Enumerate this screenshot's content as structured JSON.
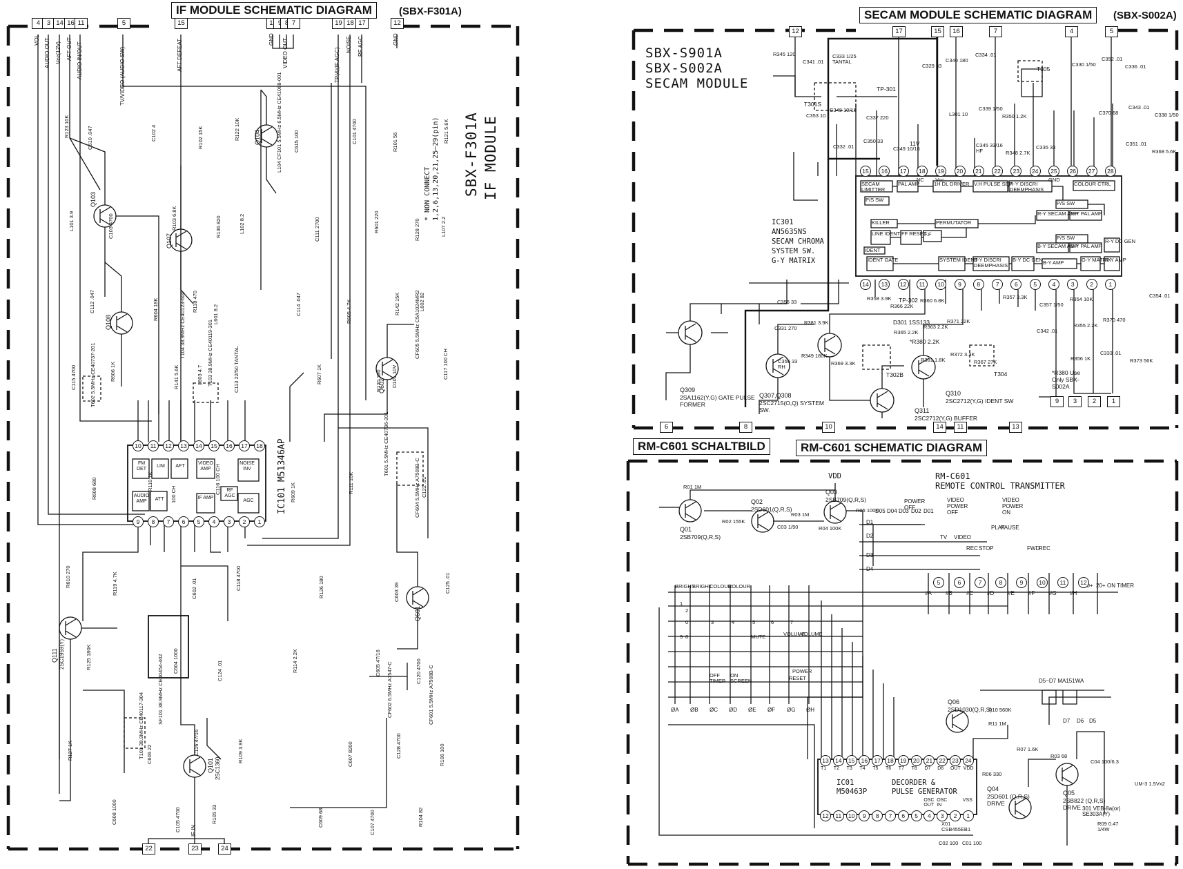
{
  "if_module": {
    "title": "IF MODULE SCHEMATIC DIAGRAM",
    "model_tag": "(SBX-F301A)",
    "side_label_1": "SBX-F301A",
    "side_label_2": "IF MODULE",
    "non_connect_note": "* NON CONNECT",
    "non_connect_pins": "1,2,6,13,20,21,25~29(pin)",
    "ic_label": "IC101 M51346AP",
    "top_pins": [
      {
        "num": "4",
        "label": "VOL"
      },
      {
        "num": "3",
        "label": "AUDIO OUT"
      },
      {
        "num": "14",
        "label": "Vcc(12V)"
      },
      {
        "num": "16",
        "label": "AFT OUT"
      },
      {
        "num": "11",
        "label": "AUDIO IN/OUT"
      },
      {
        "num": "5",
        "label": "TV/VIDEO (AUDIO SW)"
      },
      {
        "num": "15",
        "label": "AFT DEFEAT"
      },
      {
        "num": "10",
        "label": "GND"
      },
      {
        "num": "9",
        "label": ""
      },
      {
        "num": "8",
        "label": "VIDEO OUT"
      },
      {
        "num": "7",
        "label": ""
      },
      {
        "num": "19",
        "label": "TP(4)(IF AGC)"
      },
      {
        "num": "18",
        "label": "NOISE"
      },
      {
        "num": "17",
        "label": "RF AGC"
      },
      {
        "num": "12",
        "label": "GND"
      }
    ],
    "bottom_pins": [
      {
        "num": "22",
        "label": ""
      },
      {
        "num": "23",
        "label": "IF IN"
      },
      {
        "num": "24",
        "label": ""
      }
    ],
    "ic_blocks": [
      "FM DET",
      "LIM",
      "AFT",
      "VIDEO AMP",
      "NOISE INV",
      "AUDIO AMP",
      "ATT",
      "IF AMP",
      "RF AGC",
      "AGC"
    ],
    "ic_top_pin_numbers": [
      "10",
      "11",
      "12",
      "13",
      "14",
      "15",
      "16",
      "17",
      "18"
    ],
    "ic_bottom_pin_numbers": [
      "9",
      "8",
      "7",
      "6",
      "5",
      "4",
      "3",
      "2",
      "1"
    ],
    "transistors": [
      {
        "ref": "Q103",
        "type": ""
      },
      {
        "ref": "Q104",
        "type": ""
      },
      {
        "ref": "Q107",
        "type": ""
      },
      {
        "ref": "Q108",
        "type": ""
      },
      {
        "ref": "Q111",
        "type": "2SC1959(Y)"
      },
      {
        "ref": "Q101",
        "type": "2SC1360"
      },
      {
        "ref": "Q601",
        "type": ""
      },
      {
        "ref": "Q602",
        "type": ""
      }
    ],
    "filters": [
      "SF101 38.9MHz CE40454-402",
      "CF605 5.5MHz C5A1024MR2",
      "CF602 6.5MHz A7547-C",
      "CF601 5.5MHz A7508B-C",
      "CF604 5.5MHz A7508B-C"
    ],
    "transformers": [
      "T101 38.9MHz CE40117-304",
      "T602 5.5MHz CE40737-201",
      "T601 5.5MHz CE40736-201",
      "T103 38.9MHz CE40119-301",
      "T104 38.9MHz CE40123-600",
      "L104 CF101 5.5MHz 6.5MHz CE41068-001"
    ],
    "components": [
      "R123 10K",
      "R122 10K",
      "R121 5.6K",
      "R136 820",
      "R128 270",
      "R118 470",
      "R142 15K",
      "R141 5.6K",
      "R120 330",
      "R110 1K",
      "R111 10K",
      "R119 4.7K",
      "R126 180",
      "R125 180K",
      "R114 2.2K",
      "R127 1K",
      "R109 3.9K",
      "R106 100",
      "R105 33",
      "R104 82",
      "R102 15K",
      "R101 56",
      "R103 6.8K",
      "R601 220",
      "R604 18K",
      "R605 4.7K",
      "R606 1K",
      "R607 1K",
      "R608 680",
      "R609 1K",
      "R610 270",
      "C118 4700",
      "C125 .01",
      "C124 .01",
      "C120 4700",
      "C116 47/16",
      "C128 4700",
      "C105 4700",
      "C107 4700",
      "C102 4",
      "C101 4700",
      "C103 4700",
      "C111 2700",
      "C112 .047",
      "C114 .047",
      "C115 4700",
      "C113 22/50 TANTAL",
      "C117 100 CH",
      "C116 100 CH",
      "C122 .01",
      "C602 .01",
      "C603 39",
      "C604 1000",
      "C605 47/16",
      "C606 22",
      "C607 8200",
      "C608 1000",
      "C609 68",
      "C610 .047",
      "C615 100",
      "L101 3.9",
      "L102 8.2",
      "L107 2.2",
      "L601 8.2",
      "L602 82",
      "L603 4.7",
      "D101 10V",
      "100 CH"
    ]
  },
  "secam_module": {
    "title": "SECAM MODULE SCHEMATIC DIAGRAM",
    "model_tag": "(SBX-S002A)",
    "big_label_1": "SBX-S901A",
    "big_label_2": "SBX-S002A",
    "big_label_3": "SECAM MODULE",
    "ic_desc_1": "IC301",
    "ic_desc_2": "AN5635NS",
    "ic_desc_3": "SECAM CHROMA",
    "ic_desc_4": "SYSTEM SW.",
    "ic_desc_5": "G-Y MATRIX",
    "top_pins": [
      "12",
      "17",
      "15",
      "16",
      "7",
      "4",
      "5"
    ],
    "bottom_pins": [
      "6",
      "8",
      "10",
      "14",
      "11",
      "13",
      "9",
      "3",
      "2",
      "1"
    ],
    "ic_top_pin_numbers": [
      "15",
      "16",
      "17",
      "18",
      "19",
      "20",
      "21",
      "22",
      "23",
      "24",
      "25",
      "26",
      "27",
      "28"
    ],
    "ic_top_pin_notes": [
      "",
      "",
      "",
      "NC",
      "Vcc",
      "",
      "",
      "",
      "",
      "",
      "GND",
      "",
      "",
      ""
    ],
    "ic_bottom_pin_numbers": [
      "14",
      "13",
      "12",
      "11",
      "10",
      "9",
      "8",
      "7",
      "6",
      "5",
      "4",
      "3",
      "2",
      "1"
    ],
    "ic_blocks": [
      "SECAM LIMITTER",
      "PAL AMP",
      "1H DL DRIVER",
      "V.H PULSE SEP",
      "R-Y DISCRI DEEMPHASIS",
      "COLOUR CTRL",
      "P/S SW",
      "P/S SW",
      "R-Y SECAM AMP",
      "R-Y PAL AMP",
      "KILLER",
      "PERMUTATOR",
      "LINE IDENT",
      "FF RESET",
      "F.F",
      "P/S SW",
      "B-Y SECAM AMP",
      "B-Y PAL AMP",
      "R-Y DC GEN",
      "IDENT",
      "IDENT GATE",
      "SYSTEM IDENT",
      "B-Y DISCRI DEEMPHASIS",
      "B-Y DC GEN",
      "B-Y AMP",
      "G-Y MATRIX",
      "R-Y AMP"
    ],
    "transistors": [
      {
        "ref": "Q309",
        "desc": "2SA1162(Y,G) GATE PULSE FORMER"
      },
      {
        "ref": "Q307,Q308",
        "desc": "2SC2715(O,Q) SYSTEM SW."
      },
      {
        "ref": "Q310",
        "desc": "2SC2712(Y,G) IDENT SW"
      },
      {
        "ref": "Q311",
        "desc": "2SC2712(Y,G) BUFFER"
      }
    ],
    "labels": [
      "TP-301",
      "TP-302",
      "T301S",
      "T302B",
      "T304",
      "T305",
      "D301 1SS133",
      "11V",
      "*R380 2.2K",
      "*R380 Use Only SBX-S002A"
    ],
    "components": [
      "R345 120",
      "C329 33",
      "C330 1/50",
      "C353 10",
      "L301 10",
      "C370 68",
      "C332 .01",
      "C345 33/16 HF",
      "C351 .01",
      "R358 3.9K",
      "R357 3.3K",
      "C354 .01",
      "R365 2.2K",
      "C342 .01",
      "C355 33 RH",
      "R381 1.8K",
      "R356 1K",
      "C341 .01",
      "C340 180",
      "C352 .01",
      "C348 10/16",
      "C339 1/50",
      "C343 .01",
      "C350 33",
      "R348 2.7K",
      "R368 5.6K",
      "R366 22K",
      "C357 1/50",
      "C331 270",
      "R363 2.2K",
      "R355 2.2K",
      "R349 180K",
      "R372 3.3K",
      "C333 .01",
      "C333 1/25 TANTAL",
      "C334 .01",
      "C336 .01",
      "C337 220",
      "R350 1.2K",
      "C338 1/50",
      "C349 10/16",
      "C335 33",
      "C356 33",
      "R360 6.8K",
      "R354 10K",
      "R381 3.9K",
      "R371 22K",
      "R370 470",
      "R369 3.3K",
      "R367 27K",
      "R373 56K"
    ]
  },
  "rm_c601": {
    "title_de": "RM-C601 SCHALTBILD",
    "title_en": "RM-C601 SCHEMATIC DIAGRAM",
    "header_1": "RM-C601",
    "header_2": "REMOTE CONTROL TRANSMITTER",
    "vdd": "VDD",
    "transistors": [
      {
        "ref": "Q01",
        "type": "2SB709(Q,R,S)"
      },
      {
        "ref": "Q02",
        "type": "2SD601(Q,R,S)"
      },
      {
        "ref": "Q03",
        "type": "2SB709(Q,R,S)"
      },
      {
        "ref": "Q04",
        "type": "2SD601 (Q,R,S) DRIVE"
      },
      {
        "ref": "Q05",
        "type": "2SB822 (Q,R,S) DRIVE"
      },
      {
        "ref": "Q06",
        "type": "2SD1030(Q,R,S)"
      }
    ],
    "ic_label_1": "IC01",
    "ic_label_2": "M50463P",
    "ic_label_3": "DECORDER &",
    "ic_label_4": "PULSE GENERATOR",
    "ic_top_pins": [
      "13",
      "14",
      "15",
      "16",
      "17",
      "18",
      "19",
      "20",
      "21",
      "22",
      "23",
      "24"
    ],
    "ic_top_sub": [
      "T1",
      "T2",
      "T3",
      "T4",
      "T5",
      "T6",
      "T7",
      "T8",
      "D7",
      "D6",
      "OUT",
      "VDD"
    ],
    "ic_bottom_pins": [
      "12",
      "11",
      "10",
      "9",
      "8",
      "7",
      "6",
      "5",
      "4",
      "3",
      "2",
      "1"
    ],
    "ic_bottom_sub": [
      "",
      "",
      "",
      "",
      "",
      "",
      "",
      "",
      "OSC OUT",
      "OSC IN",
      "",
      "VSS"
    ],
    "keys_top": [
      "POWER OFF",
      "VIDEO POWER OFF",
      "VIDEO POWER ON",
      "TV",
      "VIDEO",
      "PLAY",
      "PAUSE",
      "REC",
      "STOP",
      "FWD",
      "REC",
      "10+",
      "20+",
      "ON TIMER"
    ],
    "keys_left": [
      "BRIGHT",
      "BRIGHT",
      "COLOUR",
      "COLOUR",
      "MUTE",
      "VOLUME",
      "VOLUME",
      "POWER",
      "OFF TIMER",
      "ON SCREEN",
      "RESET"
    ],
    "key_numbers": [
      "0",
      "1",
      "2",
      "3",
      "4",
      "5",
      "6",
      "7",
      "8",
      "9"
    ],
    "grid_columns_bottom": [
      "ØA",
      "ØB",
      "ØC",
      "ØD",
      "ØE",
      "ØF",
      "ØG",
      "ØH"
    ],
    "grid_columns_top": [
      "#A",
      "#B",
      "#C",
      "#D",
      "#E",
      "#F",
      "#G",
      "#H"
    ],
    "diodes": [
      "D1",
      "D2",
      "D3",
      "D4",
      "D5",
      "D6",
      "D7",
      "D5~D7 MA151WA",
      "D01",
      "D02",
      "D03",
      "D04",
      "D05",
      "301 VEB-8a(or) SE303A(Y)"
    ],
    "components": [
      "R01 1M",
      "R02 155K",
      "R03 1M",
      "C03 1/50",
      "R04 100K",
      "R05 100K",
      "R10 560K",
      "R11 1M",
      "R06 330",
      "R07 1.6K",
      "R03 68",
      "C04 100/6.3",
      "R09 0.47 1/4W",
      "UM-3 1.5Vx2",
      "X01 CSB455EB1",
      "C02 100",
      "C01 100"
    ],
    "key_labels_mid": [
      "5",
      "6",
      "7",
      "8",
      "9",
      "10",
      "11",
      "12"
    ]
  }
}
